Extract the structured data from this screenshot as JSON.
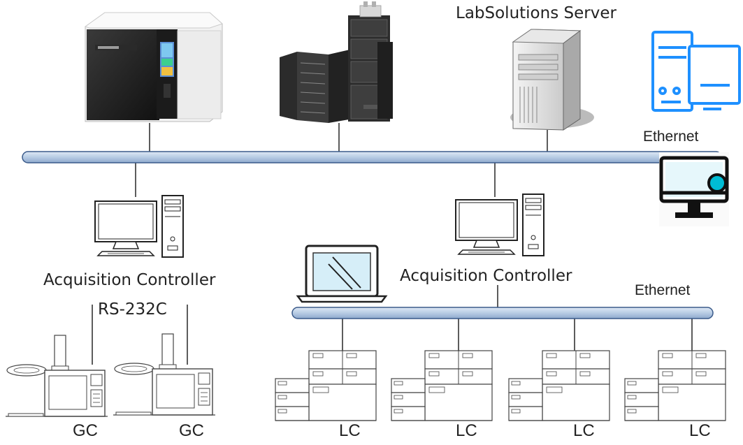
{
  "labels": {
    "server": "LabSolutions Server",
    "ethernet_top": "Ethernet",
    "ethernet_bottom": "Ethernet",
    "acq_left": "Acquisition Controller",
    "acq_right": "Acquisition Controller",
    "rs232c": "RS-232C"
  },
  "instruments": {
    "gc": [
      "GC",
      "GC"
    ],
    "lc": [
      "LC",
      "LC",
      "LC",
      "LC"
    ]
  },
  "colors": {
    "bus_fill": "#b8cce4",
    "bus_stroke": "#3a5a8a",
    "icon_blue": "#1e90ff",
    "icon_cyan": "#00bcd4",
    "line": "#333333"
  },
  "icons": [
    "gc-nexis-instrument-icon",
    "lc-system-icon",
    "server-icon",
    "desktop-pc-icon",
    "monitor-display-icon",
    "workstation-icon",
    "laptop-icon",
    "gc-instrument-icon",
    "lc-instrument-icon"
  ]
}
